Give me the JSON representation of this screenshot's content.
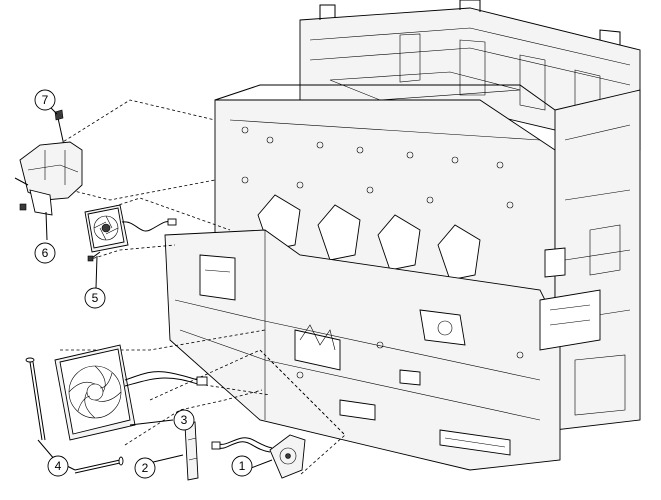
{
  "callouts": [
    {
      "id": "callout-1",
      "label": "1"
    },
    {
      "id": "callout-2",
      "label": "2"
    },
    {
      "id": "callout-3",
      "label": "3"
    },
    {
      "id": "callout-4",
      "label": "4"
    },
    {
      "id": "callout-5",
      "label": "5"
    },
    {
      "id": "callout-6",
      "label": "6"
    },
    {
      "id": "callout-7",
      "label": "7"
    }
  ]
}
